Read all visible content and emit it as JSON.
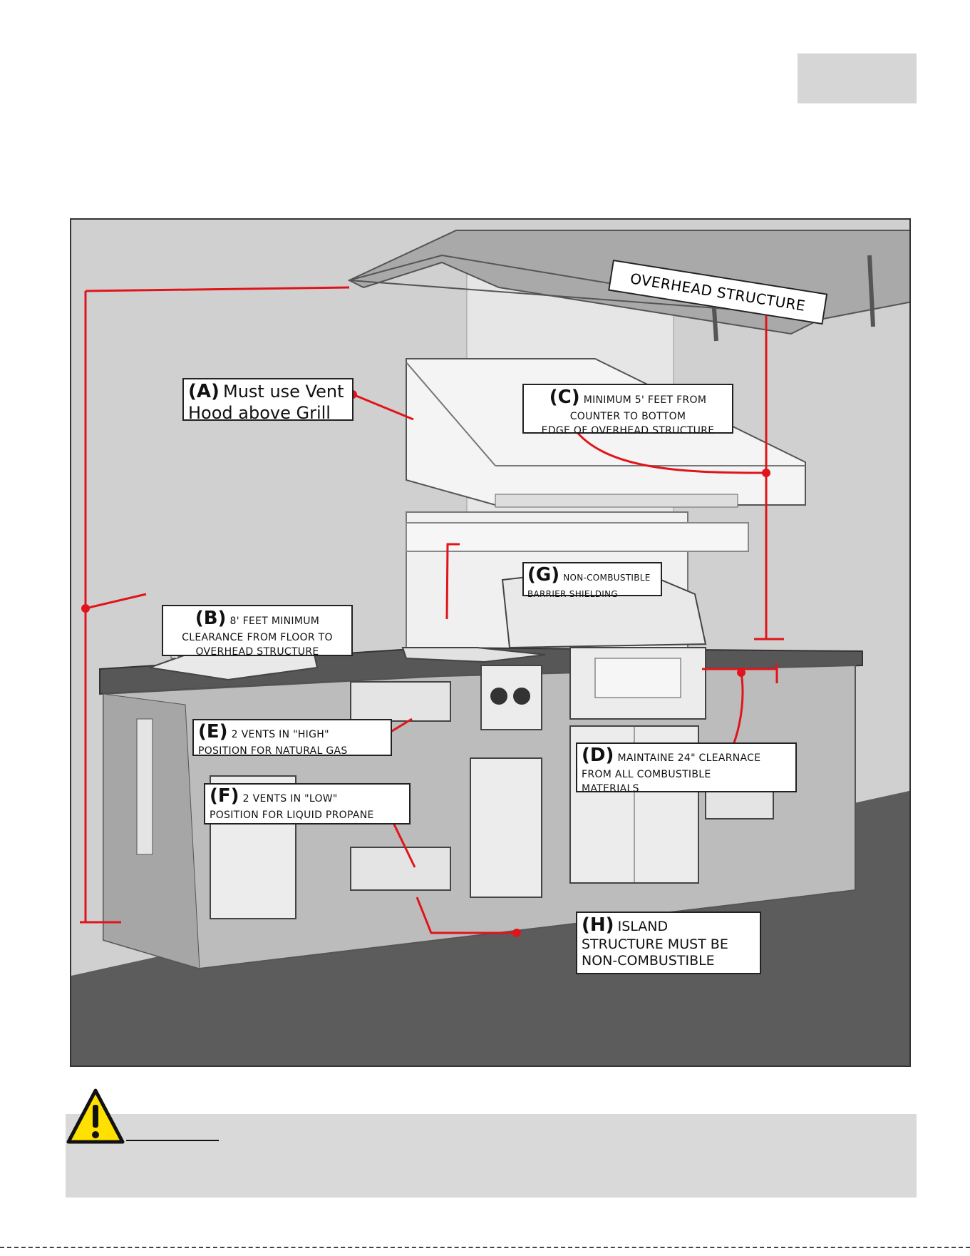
{
  "figure": {
    "overhead_label": "OVERHEAD STRUCTURE",
    "callouts": {
      "a": {
        "letter": "(A)",
        "text_line1": "Must use Vent",
        "text_line2": "Hood above Grill"
      },
      "b": {
        "letter": "(B)",
        "text_line1": "8' FEET MINIMUM",
        "text_line2": "CLEARANCE FROM FLOOR TO",
        "text_line3": "OVERHEAD STRUCTURE"
      },
      "c": {
        "letter": "(C)",
        "text_line1": "MINIMUM 5' FEET FROM",
        "text_line2": "COUNTER TO BOTTOM",
        "text_line3": "EDGE OF OVERHEAD STRUCTURE"
      },
      "d": {
        "letter": "(D)",
        "text_line1": "MAINTAINE 24\" CLEARNACE",
        "text_line2": "FROM ALL COMBUSTIBLE",
        "text_line3": "MATERIALS"
      },
      "e": {
        "letter": "(E)",
        "text_line1": "2 VENTS IN \"HIGH\"",
        "text_line2": "POSITION FOR NATURAL GAS"
      },
      "f": {
        "letter": "(F)",
        "text_line1": "2 VENTS IN \"LOW\"",
        "text_line2": "POSITION FOR LIQUID PROPANE"
      },
      "g": {
        "letter": "(G)",
        "text_line1": "NON-COMBUSTIBLE",
        "text_line2": "BARRIER SHIELDING"
      },
      "h": {
        "letter": "(H)",
        "text_line1": "ISLAND",
        "text_line2": "STRUCTURE MUST BE",
        "text_line3": "NON-COMBUSTIBLE"
      }
    }
  },
  "colors": {
    "dimension_red": "#e0151b",
    "wall_gray": "#cfcfcf",
    "floor_dark": "#5a5a5a",
    "counter_dark": "#555555",
    "warning_bar": "#d9d9d9",
    "warning_yellow": "#ffe000"
  },
  "icons": {
    "warning": "warning-triangle-icon"
  }
}
